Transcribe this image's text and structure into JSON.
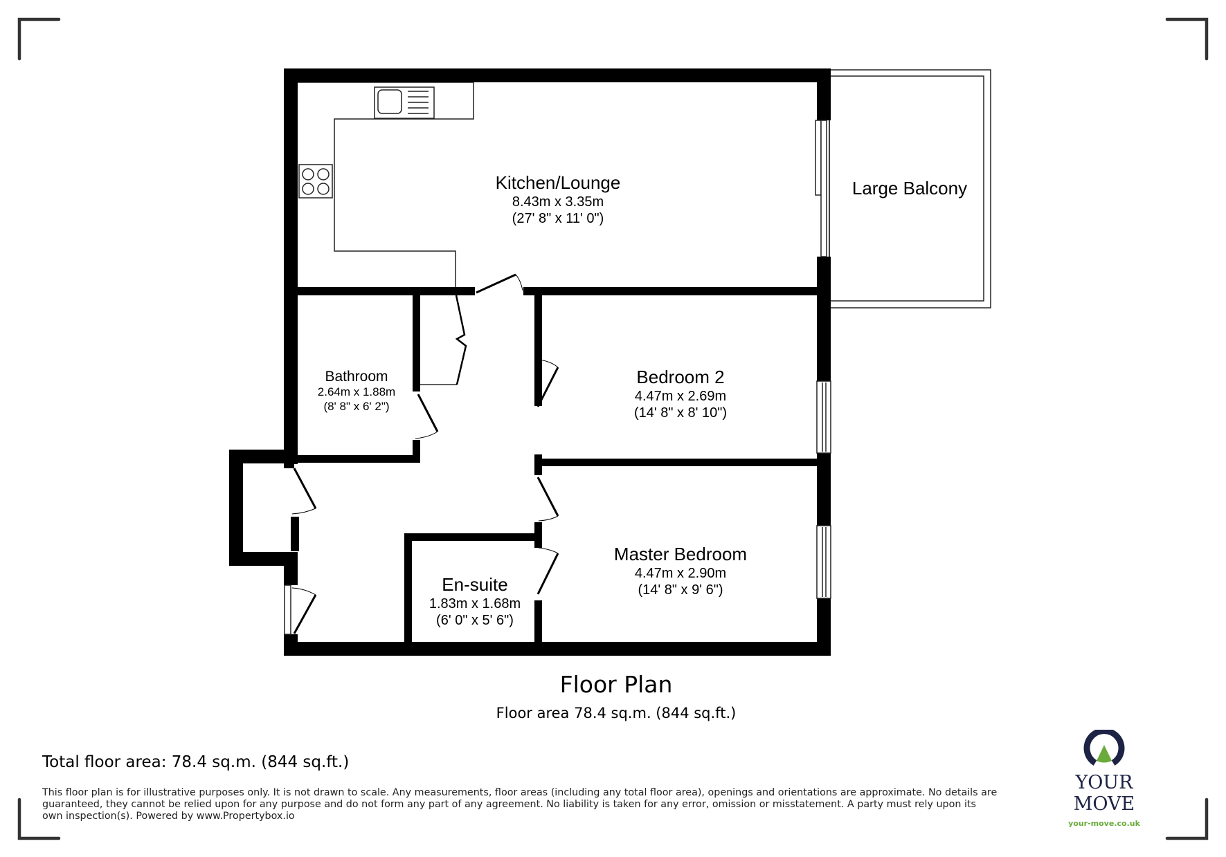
{
  "plan": {
    "title": "Floor Plan",
    "floor_area": "Floor area 78.4 sq.m. (844 sq.ft.)",
    "rooms": [
      {
        "name": "Kitchen/Lounge",
        "metric": "8.43m x 3.35m",
        "imperial": "(27' 8\" x 11' 0\")"
      },
      {
        "name": "Large Balcony"
      },
      {
        "name": "Bathroom",
        "metric": "2.64m x 1.88m",
        "imperial": "(8' 8\" x 6' 2\")"
      },
      {
        "name": "Bedroom 2",
        "metric": "4.47m x 2.69m",
        "imperial": "(14' 8\" x 8' 10\")"
      },
      {
        "name": "Master Bedroom",
        "metric": "4.47m x 2.90m",
        "imperial": "(14' 8\" x 9' 6\")"
      },
      {
        "name": "En-suite",
        "metric": "1.83m x 1.68m",
        "imperial": "(6' 0\" x 5' 6\")"
      }
    ],
    "fixtures": [
      "sink-icon",
      "hob-icon"
    ]
  },
  "footer": {
    "total_area": "Total floor area: 78.4 sq.m. (844 sq.ft.)",
    "disclaimer": "This floor plan is for illustrative purposes only. It is not drawn to scale. Any measurements, floor areas (including any total floor area), openings and orientations are approximate. No details are guaranteed, they cannot be relied upon for any purpose and do not form any part of any agreement. No liability is taken for any error, omission or misstatement. A party must rely upon its own inspection(s). Powered by www.Propertybox.io"
  },
  "logo": {
    "name": "YOUR MOVE",
    "url": "your-move.co.uk",
    "colors": {
      "navy": "#1d2345",
      "green": "#6aab3b"
    }
  },
  "colors": {
    "wall": "#000000",
    "frame": "#333333"
  }
}
